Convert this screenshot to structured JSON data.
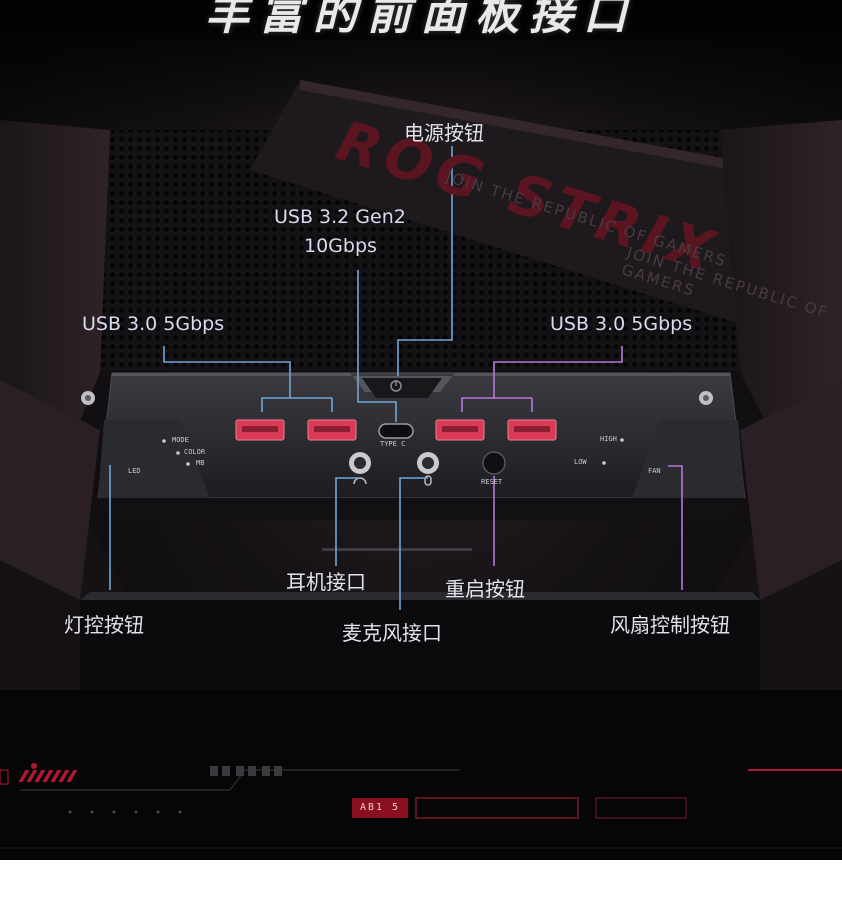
{
  "heading": "丰富的前面板接口",
  "labels": {
    "power_button": "电源按钮",
    "usb_c_line1": "USB 3.2 Gen2",
    "usb_c_line2": "10Gbps",
    "usb_left": "USB 3.0 5Gbps",
    "usb_right": "USB 3.0 5Gbps",
    "headphone_jack": "耳机接口",
    "reset_button": "重启按钮",
    "led_button": "灯控按钮",
    "mic_jack": "麦克风接口",
    "fan_button": "风扇控制按钮"
  },
  "panel_text": {
    "mode": "MODE",
    "color": "COLOR",
    "mb": "MB",
    "led": "LED",
    "type_c": "TYPE C",
    "reset": "RESET",
    "high": "HIGH",
    "low": "LOW",
    "fan": "FAN"
  },
  "branding": {
    "rog_strix": "ROG STRIX",
    "slogan": "JOIN THE REPUBLIC OF GAMERS",
    "model_badge": "AB1 5"
  },
  "colors": {
    "line_blue": "#6fa7d8",
    "line_purple": "#b678d8",
    "usb_red": "#d93b57",
    "hud_red": "#b01830"
  },
  "icons": [
    "headphone-icon",
    "microphone-icon",
    "power-icon",
    "rog-eye-logo"
  ]
}
